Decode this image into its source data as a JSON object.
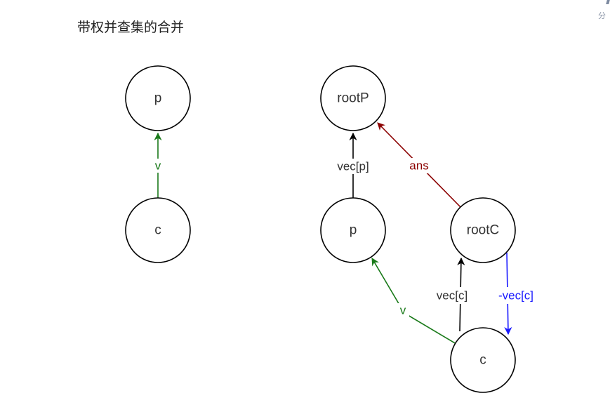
{
  "title": "带权并查集的合并",
  "corner_text": "分",
  "colors": {
    "green": "#1a7a1a",
    "darkred": "#8b0000",
    "blue": "#1a1aff",
    "black": "#000000",
    "text": "#333333"
  },
  "diagrams": [
    {
      "name": "before-merge",
      "nodes": [
        {
          "id": "p_left",
          "label": "p"
        },
        {
          "id": "c_left",
          "label": "c"
        }
      ],
      "edges": [
        {
          "from": "c_left",
          "to": "p_left",
          "label": "v",
          "color": "green"
        }
      ]
    },
    {
      "name": "after-merge",
      "nodes": [
        {
          "id": "rootP",
          "label": "rootP"
        },
        {
          "id": "p",
          "label": "p"
        },
        {
          "id": "rootC",
          "label": "rootC"
        },
        {
          "id": "c",
          "label": "c"
        }
      ],
      "edges": [
        {
          "from": "p",
          "to": "rootP",
          "label": "vec[p]",
          "color": "black"
        },
        {
          "from": "rootC",
          "to": "rootP",
          "label": "ans",
          "color": "darkred"
        },
        {
          "from": "c",
          "to": "p",
          "label": "v",
          "color": "green"
        },
        {
          "from": "c",
          "to": "rootC",
          "label": "vec[c]",
          "color": "black"
        },
        {
          "from": "rootC",
          "to": "c",
          "label": "-vec[c]",
          "color": "blue"
        }
      ]
    }
  ]
}
